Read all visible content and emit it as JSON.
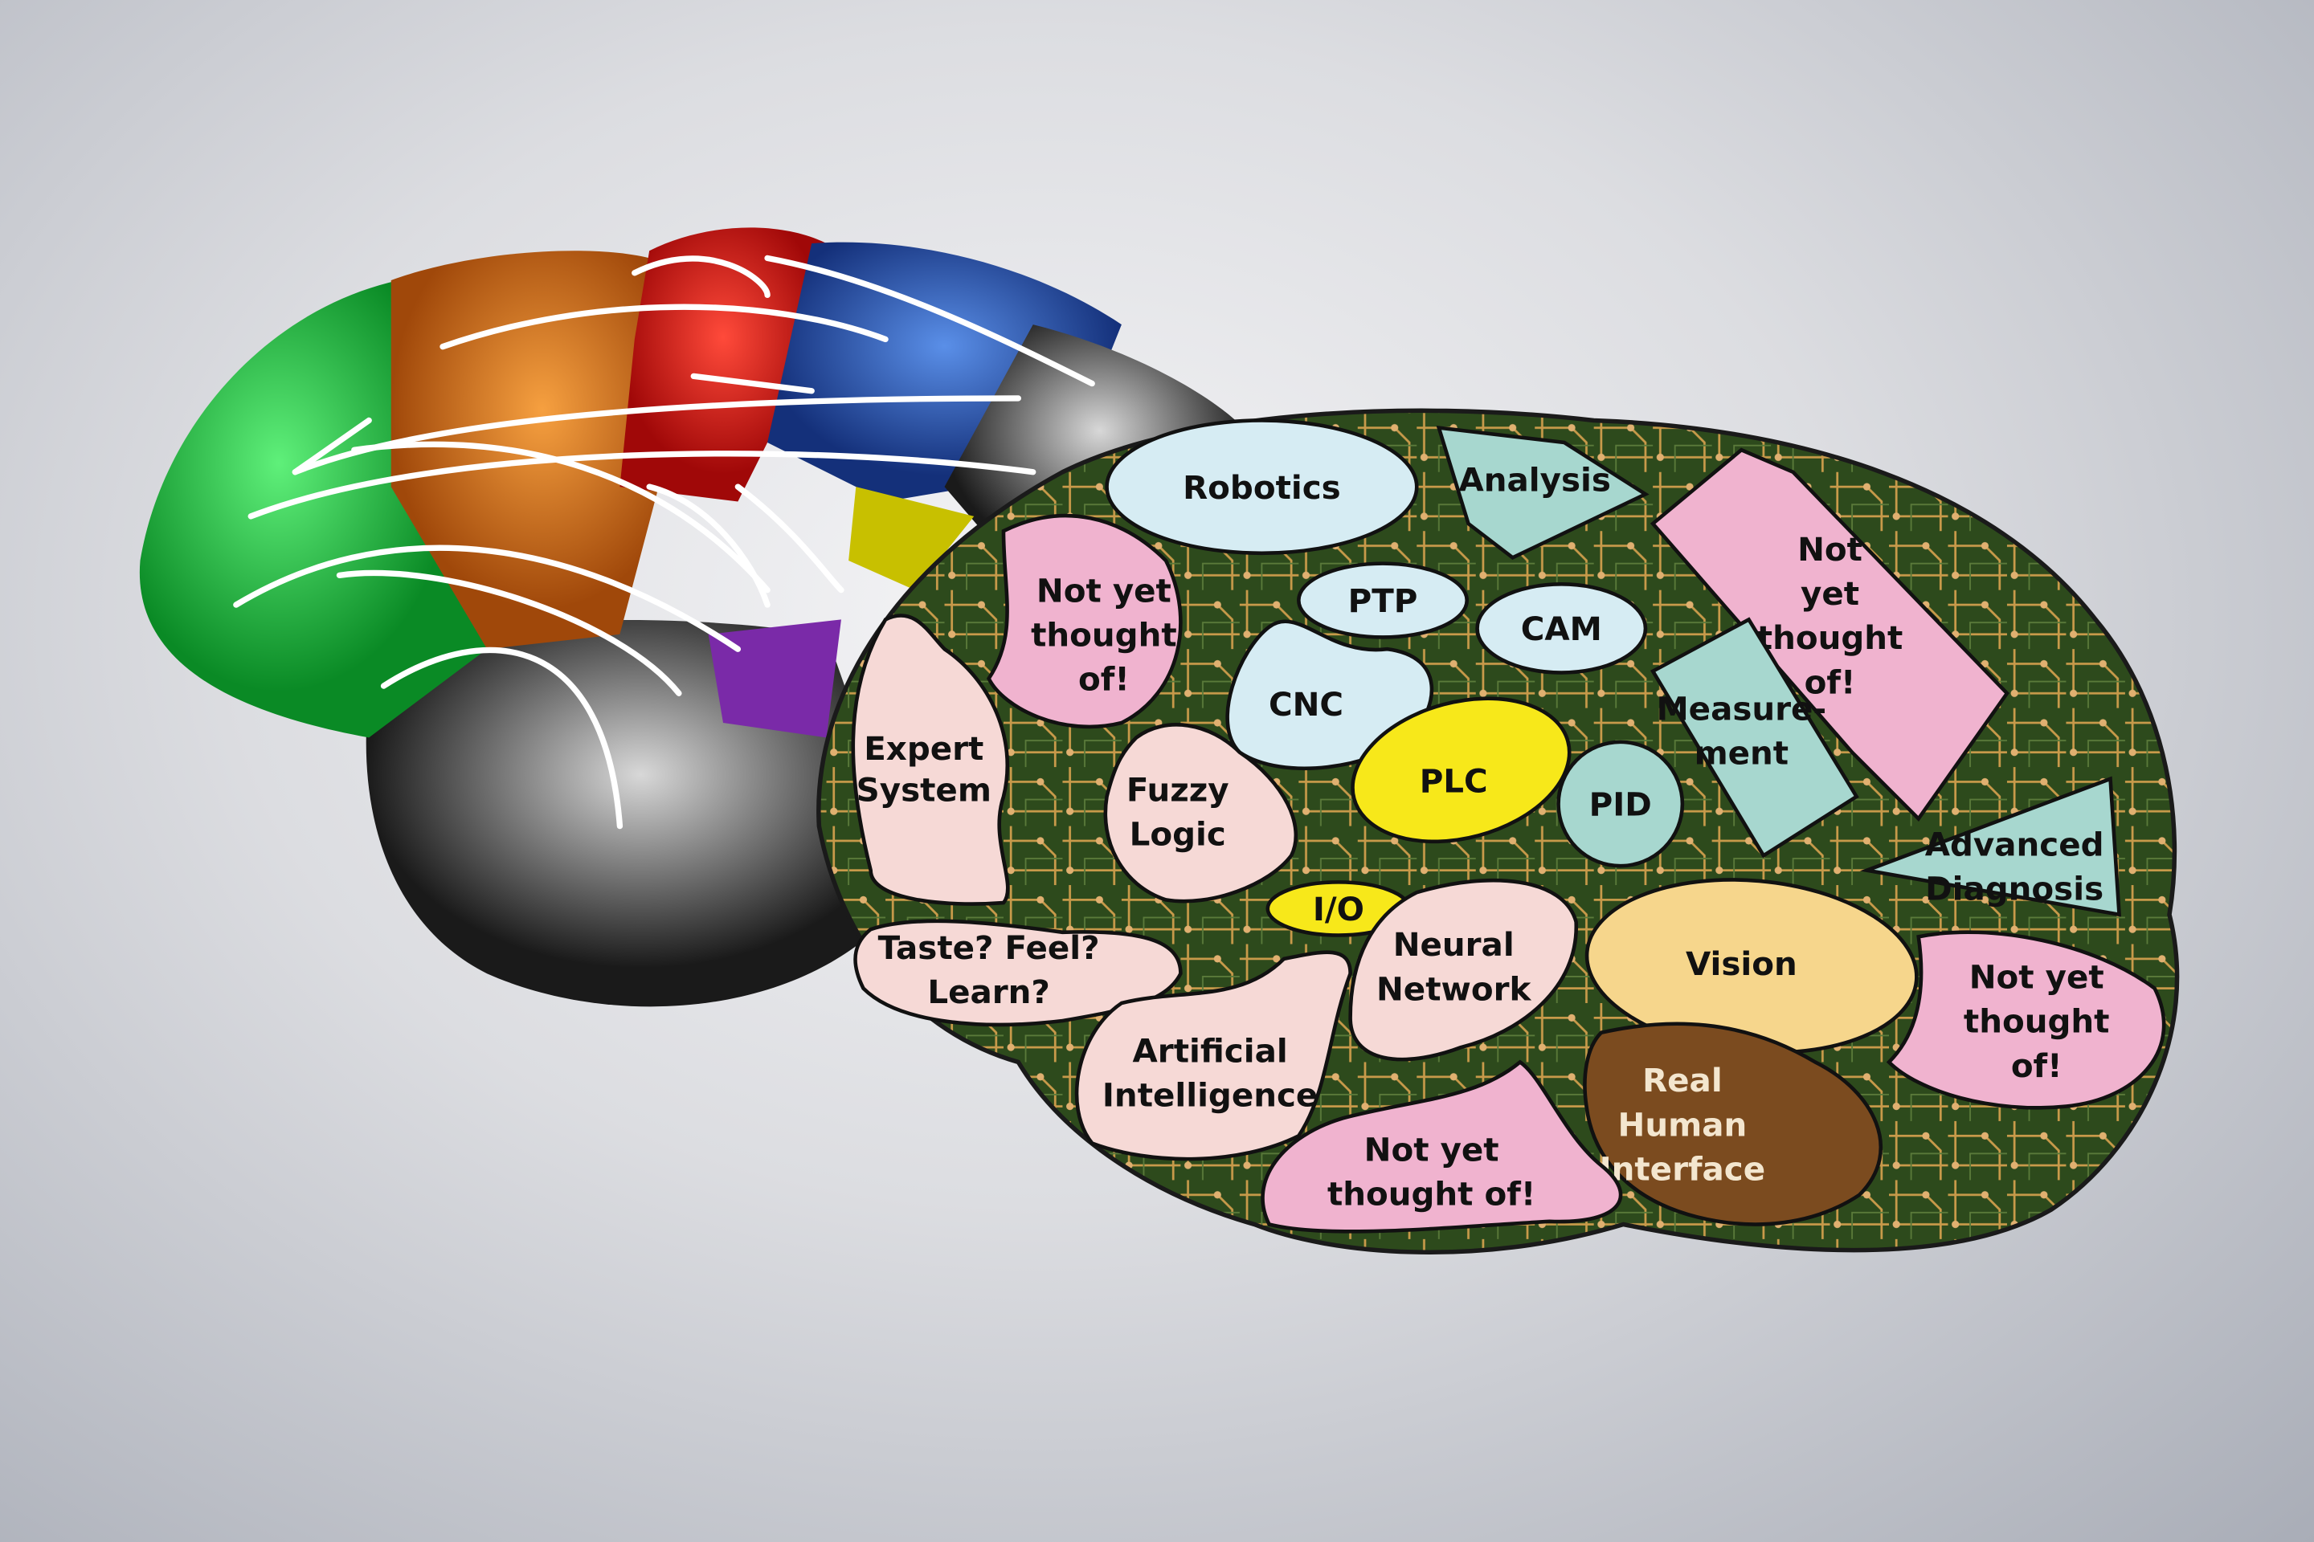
{
  "title": "Brain vs. automation technology illustration",
  "colors": {
    "light_blue": "#d6ecf3",
    "teal": "#a7d7cf",
    "pink": "#f0b3cf",
    "light_pink": "#f6d9d6",
    "yellow": "#f7e81a",
    "vision": "#f6d68c",
    "brown": "#7b4b1f",
    "board": "#2f4a1e"
  },
  "regions": [
    {
      "name": "robotics",
      "lines": [
        "Robotics"
      ]
    },
    {
      "name": "analysis",
      "lines": [
        "Analysis"
      ]
    },
    {
      "name": "not-yet-thought-of-top-right",
      "lines": [
        "Not",
        "yet",
        "thought",
        "of!"
      ]
    },
    {
      "name": "ptp",
      "lines": [
        "PTP"
      ]
    },
    {
      "name": "cam",
      "lines": [
        "CAM"
      ]
    },
    {
      "name": "cnc",
      "lines": [
        "CNC"
      ]
    },
    {
      "name": "not-yet-thought-of-top-left",
      "lines": [
        "Not yet",
        "thought",
        "of!"
      ]
    },
    {
      "name": "expert-system",
      "lines": [
        "Expert",
        "System"
      ]
    },
    {
      "name": "fuzzy-logic",
      "lines": [
        "Fuzzy",
        "Logic"
      ]
    },
    {
      "name": "plc",
      "lines": [
        "PLC"
      ]
    },
    {
      "name": "pid",
      "lines": [
        "PID"
      ]
    },
    {
      "name": "measurement",
      "lines": [
        "Measure-",
        "ment"
      ]
    },
    {
      "name": "advanced-diagnosis",
      "lines": [
        "Advanced",
        "Diagnosis"
      ]
    },
    {
      "name": "io",
      "lines": [
        "I/O"
      ]
    },
    {
      "name": "neural-network",
      "lines": [
        "Neural",
        "Network"
      ]
    },
    {
      "name": "taste-feel-learn",
      "lines": [
        "Taste? Feel?",
        "Learn?"
      ]
    },
    {
      "name": "artificial-intelligence",
      "lines": [
        "Artificial",
        "Intelligence"
      ]
    },
    {
      "name": "vision",
      "lines": [
        "Vision"
      ]
    },
    {
      "name": "not-yet-thought-of-right",
      "lines": [
        "Not yet",
        "thought",
        "of!"
      ]
    },
    {
      "name": "real-human-interface",
      "lines": [
        "Real",
        "Human",
        "Interface"
      ]
    },
    {
      "name": "not-yet-thought-of-bottom",
      "lines": [
        "Not yet",
        "thought of!"
      ]
    }
  ]
}
